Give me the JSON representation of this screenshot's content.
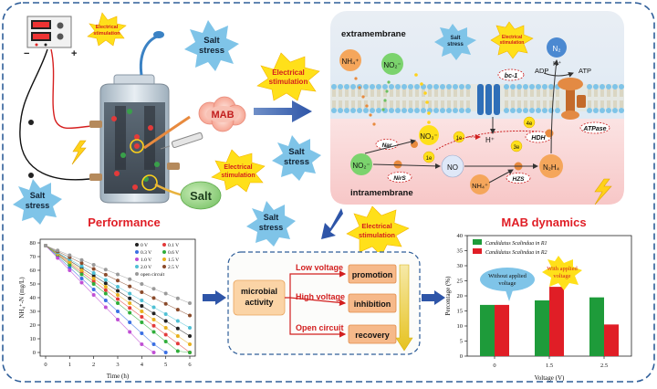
{
  "labels": {
    "salt_stress": [
      "Salt",
      "stress"
    ],
    "electrical_stimulation": [
      "Electrical",
      "stimulation"
    ],
    "mab": "MAB",
    "salt": "Salt",
    "performance": "Performance",
    "mab_dynamics": "MAB dynamics"
  },
  "membrane": {
    "extramembrane": "extramembrane",
    "intramembrane": "intramembrane",
    "nh4_out": "NH₄⁺",
    "no2_out": "NO₂⁻",
    "n2": "N₂",
    "adp": "ADP",
    "atp": "ATP",
    "h_plus_top": "H⁺",
    "bc1": "bc-1",
    "atpase": "ATPase",
    "no3": "NO₃⁻",
    "h_plus_mid": "H⁺",
    "hdh": "HDH",
    "nar": "Nar",
    "nirs": "NirS",
    "hzs": "HZS",
    "no2_in": "NO₂⁻",
    "no": "NO",
    "n2h4": "N₂H₄",
    "nh4_in": "NH₄⁺",
    "e_labels": [
      "1e",
      "3e",
      "4e",
      "1e"
    ]
  },
  "process": {
    "microbial_activity": [
      "microbial",
      "activity"
    ],
    "conditions": [
      "Low voltage",
      "High voltage",
      "Open circuit"
    ],
    "outcomes": [
      "promotion",
      "inhibition",
      "recovery"
    ]
  },
  "line_chart": {
    "ylabel": "NH₄⁺-N (mg/L)",
    "xlabel": "Time (h)",
    "xticks": [
      "0",
      "1",
      "2",
      "3",
      "4",
      "5",
      "6"
    ],
    "yticks": [
      "0",
      "10",
      "20",
      "30",
      "40",
      "50",
      "60",
      "70",
      "80"
    ],
    "legend": [
      "0 V",
      "0.1 V",
      "0.3 V",
      "0.6 V",
      "1.0 V",
      "1.5 V",
      "2.0 V",
      "2.5 V",
      "open circuit"
    ]
  },
  "chart_data": {
    "type": "bar",
    "categories": [
      "0",
      "1.5",
      "2.5"
    ],
    "xlabel": "Voltage (V)",
    "ylabel": "Percentage (%)",
    "ylim": [
      0,
      40
    ],
    "yticks": [
      "0",
      "5",
      "10",
      "15",
      "20",
      "25",
      "30",
      "35",
      "40"
    ],
    "series": [
      {
        "name": "Candidatus Scalindua in R1",
        "color": "#1e9b3a",
        "values": [
          17,
          18.5,
          19.5
        ]
      },
      {
        "name": "Candidatus Scalindua in R2",
        "color": "#e01e26",
        "values": [
          17,
          23,
          10.5
        ]
      }
    ],
    "annotations": [
      "Without applied voltage",
      "With applied voltage"
    ]
  }
}
